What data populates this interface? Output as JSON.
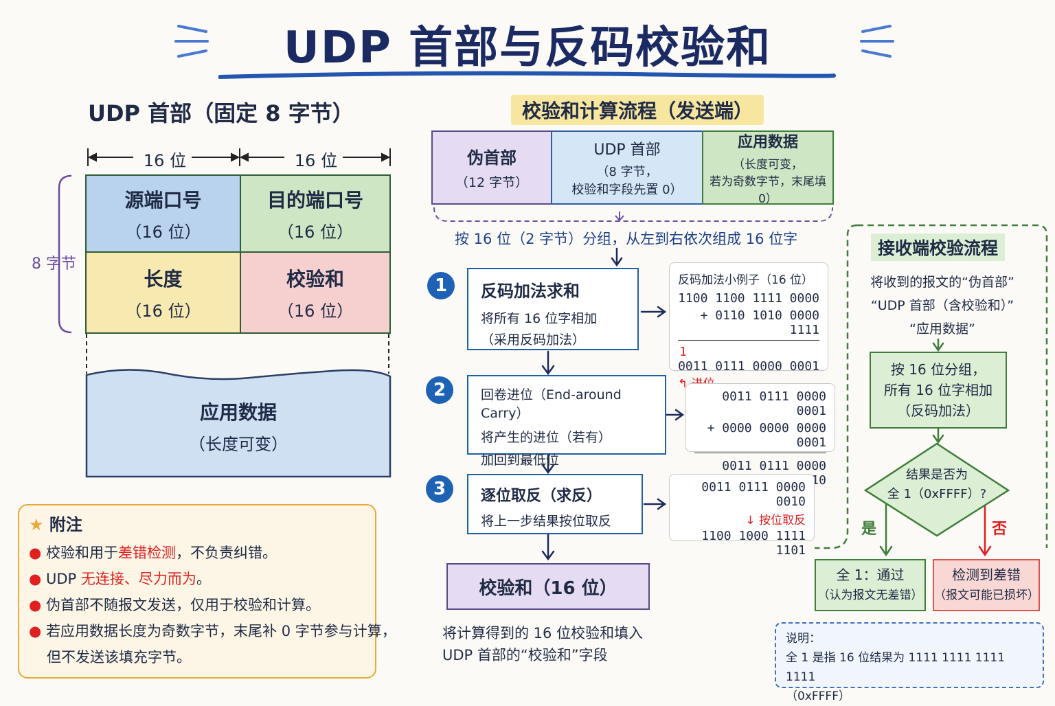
{
  "title": "UDP 首部与反码校验和",
  "header_section": {
    "title": "UDP 首部（固定 8 字节）",
    "width_labels": [
      "16 位",
      "16 位"
    ],
    "height_label": "8 字节",
    "fields": [
      {
        "name": "源端口号",
        "sub": "（16 位）"
      },
      {
        "name": "目的端口号",
        "sub": "（16 位）"
      },
      {
        "name": "长度",
        "sub": "（16 位）"
      },
      {
        "name": "校验和",
        "sub": "（16 位）"
      }
    ],
    "data_field": {
      "name": "应用数据",
      "sub": "（长度可变）"
    }
  },
  "notes": {
    "title": "附注",
    "items": [
      {
        "pre": "校验和用于",
        "highlight": "差错检测",
        "post": "，不负责纠错。"
      },
      {
        "pre": "UDP ",
        "highlight": "无连接、尽力而为",
        "post": "。"
      },
      {
        "pre": "伪首部不随报文发送，仅用于校验和计算。",
        "highlight": "",
        "post": ""
      },
      {
        "pre": "若应用数据长度为奇数字节，末尾补 0 字节参与计算，",
        "highlight": "",
        "post": ""
      },
      {
        "pre": "但不发送该填充字节。",
        "highlight": "",
        "post": ""
      }
    ]
  },
  "flow": {
    "title": "校验和计算流程（发送端）",
    "inputs": [
      {
        "title": "伪首部",
        "sub1": "（12 字节）",
        "sub2": ""
      },
      {
        "title": "UDP 首部",
        "sub1": "（8 字节，",
        "sub2": "校验和字段先置 0）"
      },
      {
        "title": "应用数据",
        "sub1": "（长度可变，",
        "sub2": "若为奇数字节，末尾填0）"
      }
    ],
    "group_label": "按 16 位（2 字节）分组，从左到右依次组成 16 位字",
    "steps": [
      {
        "num": "1",
        "title": "反码加法求和",
        "l1": "将所有 16 位字相加",
        "l2": "（采用反码加法）"
      },
      {
        "num": "2",
        "title": "回卷进位（End-around Carry）",
        "l1": "将产生的进位（若有）",
        "l2": "加回到最低位"
      },
      {
        "num": "3",
        "title": "逐位取反（求反）",
        "l1": "将上一步结果按位取反",
        "l2": ""
      }
    ],
    "example1": {
      "title": "反码加法小例子（16 位）",
      "a": "1100 1100 1111 0000",
      "b": "+ 0110 1010 0000 1111",
      "carry": "1",
      "sum": "0011 0111 0000 0001",
      "carry_label": "进位"
    },
    "example2": {
      "a": "0011 0111 0000 0001",
      "b": "+ 0000 0000 0000 0001",
      "sum": "0011 0111 0000 0010"
    },
    "example3": {
      "a": "0011 0111 0000 0010",
      "op": "按位取反",
      "result": "1100 1000 1111 1101"
    },
    "result_box": "校验和（16 位）",
    "result_note1": "将计算得到的 16 位校验和填入",
    "result_note2": "UDP 首部的“校验和”字段"
  },
  "receiver": {
    "title": "接收端校验流程",
    "l1": "将收到的报文的“伪首部”",
    "l2": "“UDP 首部（含校验和）”",
    "l3": "“应用数据”",
    "group_box": [
      "按 16 位分组，",
      "所有 16 位字相加",
      "（反码加法）"
    ],
    "decision": [
      "结果是否为",
      "全 1（0xFFFF）?"
    ],
    "yes": "是",
    "no": "否",
    "pass_box": [
      "全 1：通过",
      "（认为报文无差错）"
    ],
    "fail_box": [
      "检测到差错",
      "（报文可能已损坏）"
    ]
  },
  "explain": {
    "title": "说明：",
    "l1": "全 1 是指 16 位结果为 1111 1111 1111 1111",
    "l2": "（0xFFFF）"
  }
}
